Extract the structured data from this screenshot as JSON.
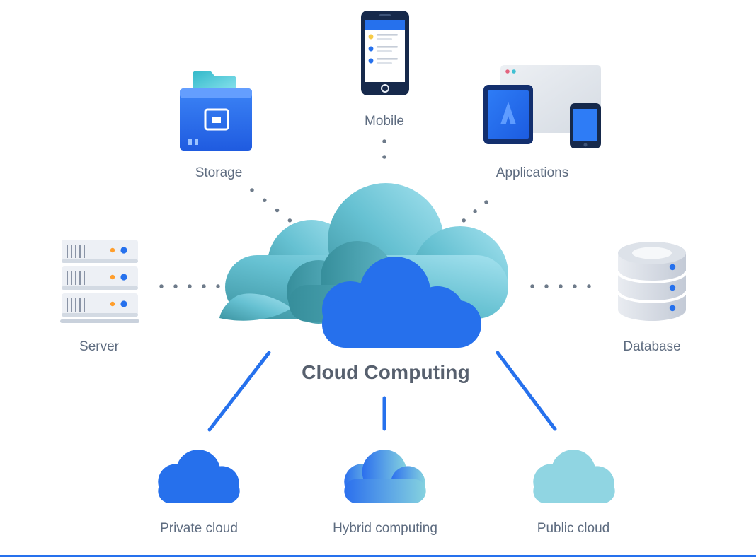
{
  "title": "Cloud Computing",
  "nodes": {
    "storage": {
      "label": "Storage"
    },
    "mobile": {
      "label": "Mobile"
    },
    "applications": {
      "label": "Applications"
    },
    "server": {
      "label": "Server"
    },
    "database": {
      "label": "Database"
    },
    "private_cloud": {
      "label": "Private cloud"
    },
    "hybrid_computing": {
      "label": "Hybrid computing"
    },
    "public_cloud": {
      "label": "Public cloud"
    }
  },
  "connections": [
    {
      "from": "storage",
      "to": "cloud_computing",
      "style": "dotted"
    },
    {
      "from": "mobile",
      "to": "cloud_computing",
      "style": "dotted"
    },
    {
      "from": "applications",
      "to": "cloud_computing",
      "style": "dotted"
    },
    {
      "from": "server",
      "to": "cloud_computing",
      "style": "dotted"
    },
    {
      "from": "database",
      "to": "cloud_computing",
      "style": "dotted"
    },
    {
      "from": "cloud_computing",
      "to": "private_cloud",
      "style": "solid"
    },
    {
      "from": "cloud_computing",
      "to": "hybrid_computing",
      "style": "solid"
    },
    {
      "from": "cloud_computing",
      "to": "public_cloud",
      "style": "solid"
    }
  ],
  "colors": {
    "primary_blue": "#2671ED",
    "teal_dark": "#3B93A0",
    "teal_light": "#A5E2EF",
    "label_gray": "#5E6C80",
    "title_gray": "#57606E",
    "connector_dot_gray": "#6E7B8A"
  }
}
